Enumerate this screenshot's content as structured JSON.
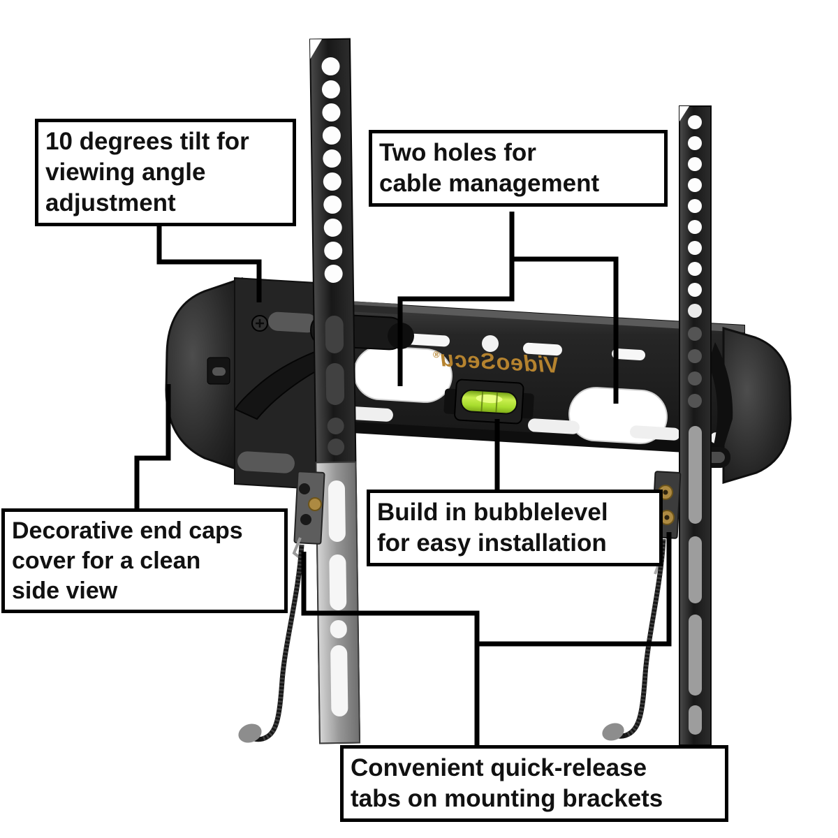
{
  "callouts": {
    "tilt": {
      "text": "10 degrees tilt for\nviewing angle\nadjustment"
    },
    "cable": {
      "text": "Two holes for\ncable management"
    },
    "endcaps": {
      "text": "Decorative end caps\ncover for a clean\nside view"
    },
    "bubble": {
      "text": "Build in bubblelevel\nfor easy installation"
    },
    "quickrelease": {
      "text": "Convenient quick-release\ntabs on mounting brackets"
    }
  },
  "product": {
    "brand": "VideoSecu",
    "registered_mark": "®"
  },
  "colors": {
    "annotation_line": "#000000",
    "callout_background": "#ffffff",
    "brand_gold": "#b5832f",
    "bubble_level_green": "#a8dd2e",
    "brass_grommet": "#ad8a42",
    "metal_dark": "#1d1d1d",
    "metal_silver": "#9a9a9a"
  }
}
